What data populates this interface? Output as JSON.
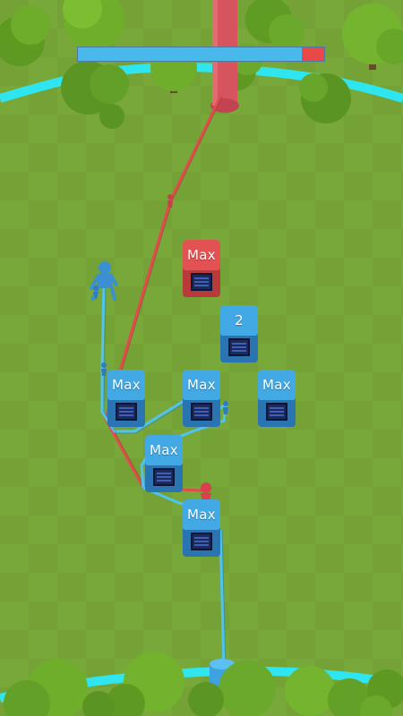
{
  "hud": {
    "territory_progress": 0.91,
    "player_color": "#49b8ea",
    "enemy_color": "#e84848"
  },
  "towers": [
    {
      "id": "t1",
      "team": "red",
      "label": "Max"
    },
    {
      "id": "t2",
      "team": "blue",
      "label": "2"
    },
    {
      "id": "t3",
      "team": "blue",
      "label": "Max"
    },
    {
      "id": "t4",
      "team": "blue",
      "label": "Max"
    },
    {
      "id": "t5",
      "team": "blue",
      "label": "Max"
    },
    {
      "id": "t6",
      "team": "blue",
      "label": "Max"
    },
    {
      "id": "t7",
      "team": "blue",
      "label": "Max"
    }
  ],
  "icons": {
    "player_unit": "stickman-blue-icon",
    "enemy_unit": "stickman-red-icon",
    "tree": "tree-icon",
    "pillar": "red-pillar-icon"
  }
}
